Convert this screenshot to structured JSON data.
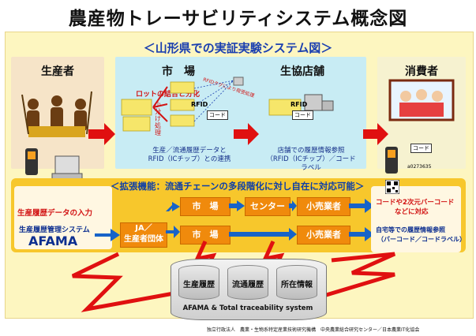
{
  "title": "農産物トレーサビリティシステム概念図",
  "subtitle": "＜山形県での実証実験システム図＞",
  "producer": {
    "header": "生産者",
    "input_text": "生産履歴データの入力",
    "system_line1": "生産履歴管理システム",
    "system_line2": "AFAMA"
  },
  "market": {
    "header": "市　場",
    "lot_label": "ロットの結合と分化",
    "split_label": "小分け処理",
    "tag_label": "RFIDタグにより荷受処理",
    "rfid": "RFID",
    "code": "コード",
    "caption_line1": "生産／流通履歴データと",
    "caption_line2": "RFID（ICチップ）との連携"
  },
  "store": {
    "header": "生協店舗",
    "rfid": "RFID",
    "code": "コード",
    "caption_line1": "店舗での履歴情報参照",
    "caption_line2": "（RFID（ICチップ）／コードラベル"
  },
  "consumer": {
    "header": "消費者",
    "code": "コード",
    "tag": "a0273635",
    "qr_caption_line1": "コードや2次元バーコード",
    "qr_caption_line2": "などに対応",
    "home_line1": "自宅等での履歴情報参照",
    "home_line2": "（バーコード／コードラベル）"
  },
  "extension": {
    "title": "＜拡張機能：流通チェーンの多段階化に対し自在に対応可能＞",
    "ja_line1": "JA／",
    "ja_line2": "生産者団体",
    "market1": "市　場",
    "center": "センター",
    "retail1": "小売業者",
    "market2": "市　場",
    "retail2": "小売業者"
  },
  "database": {
    "items": [
      "生産履歴",
      "流通履歴",
      "所在情報"
    ],
    "label": "AFAMA & Total traceability system"
  },
  "footer": "独立行政法人　農業・生物系特定産業技術研究機構　中央農業総合研究センター／日本農業IT化協会"
}
